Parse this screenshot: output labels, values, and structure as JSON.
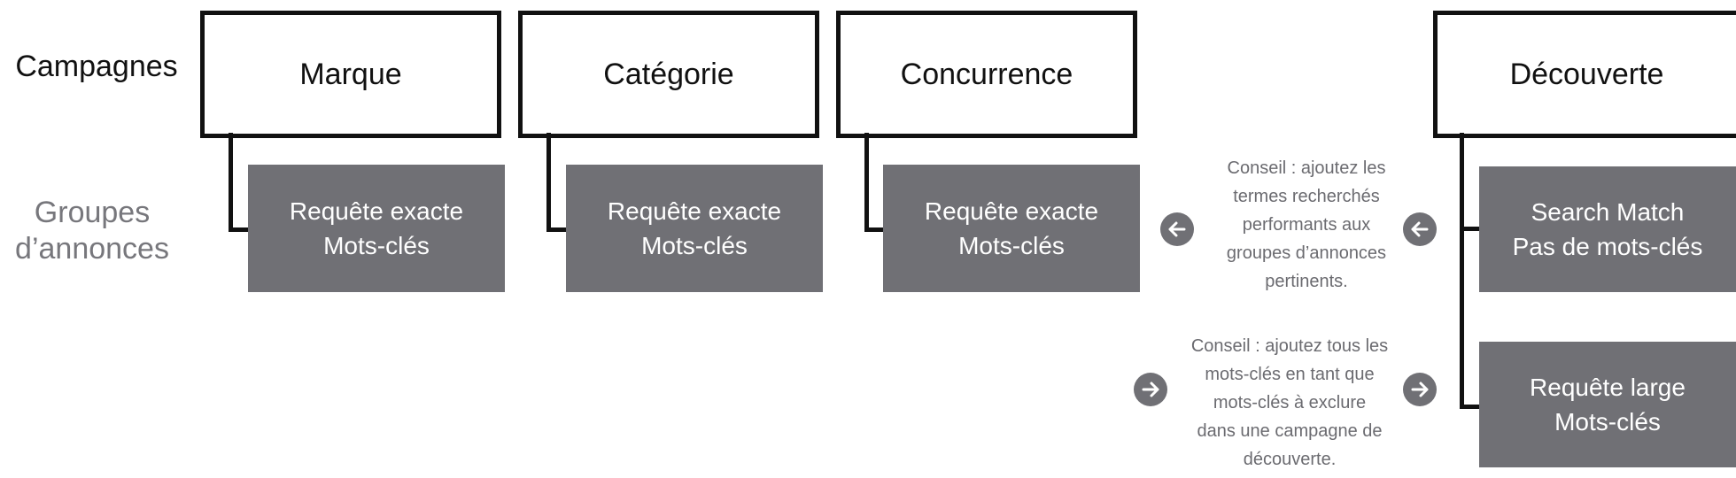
{
  "rows": {
    "campaigns_label": "Campagnes",
    "adgroups_label_line1": "Groupes",
    "adgroups_label_line2": "d’annonces"
  },
  "campaigns": [
    {
      "name": "Marque",
      "adgroup_line1": "Requête exacte",
      "adgroup_line2": "Mots-clés"
    },
    {
      "name": "Catégorie",
      "adgroup_line1": "Requête exacte",
      "adgroup_line2": "Mots-clés"
    },
    {
      "name": "Concurrence",
      "adgroup_line1": "Requête exacte",
      "adgroup_line2": "Mots-clés"
    },
    {
      "name": "Découverte"
    }
  ],
  "discovery_adgroups": [
    {
      "line1": "Search Match",
      "line2": "Pas de mots-clés"
    },
    {
      "line1": "Requête large",
      "line2": "Mots-clés"
    }
  ],
  "tips": [
    {
      "lines": [
        "Conseil : ajoutez les",
        "termes recherchés",
        "performants aux",
        "groupes d’annonces",
        "pertinents."
      ],
      "arrow_direction": "left",
      "icon": "arrow-left-circle-icon"
    },
    {
      "lines": [
        "Conseil : ajoutez tous les",
        "mots-clés en tant que",
        "mots-clés à exclure",
        "dans une campagne de",
        "découverte."
      ],
      "arrow_direction": "right",
      "icon": "arrow-right-circle-icon"
    }
  ],
  "colors": {
    "adgroup_fill": "#707075",
    "campaign_border": "#111111",
    "tip_text": "#6b6b70",
    "adgroups_label": "#77777c"
  }
}
